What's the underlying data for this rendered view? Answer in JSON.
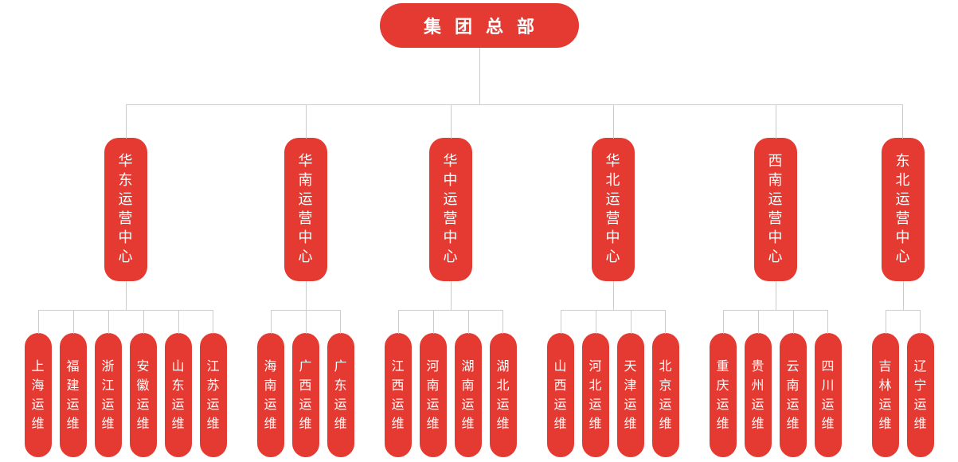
{
  "chart": {
    "type": "org-tree",
    "root": {
      "label": "集团总部"
    },
    "branches": [
      {
        "label": "华东运营中心",
        "children": [
          "上海运维",
          "福建运维",
          "浙江运维",
          "安徽运维",
          "山东运维",
          "江苏运维"
        ]
      },
      {
        "label": "华南运营中心",
        "children": [
          "海南运维",
          "广西运维",
          "广东运维"
        ]
      },
      {
        "label": "华中运营中心",
        "children": [
          "江西运维",
          "河南运维",
          "湖南运维",
          "湖北运维"
        ]
      },
      {
        "label": "华北运营中心",
        "children": [
          "山西运维",
          "河北运维",
          "天津运维",
          "北京运维"
        ]
      },
      {
        "label": "西南运营中心",
        "children": [
          "重庆运维",
          "贵州运维",
          "云南运维",
          "四川运维"
        ]
      },
      {
        "label": "东北运营中心",
        "children": [
          "吉林运维",
          "辽宁运维"
        ]
      }
    ],
    "colors": {
      "node": "#e43a32",
      "node_text": "#ffffff",
      "line": "#cccccc",
      "background": "#ffffff"
    }
  }
}
